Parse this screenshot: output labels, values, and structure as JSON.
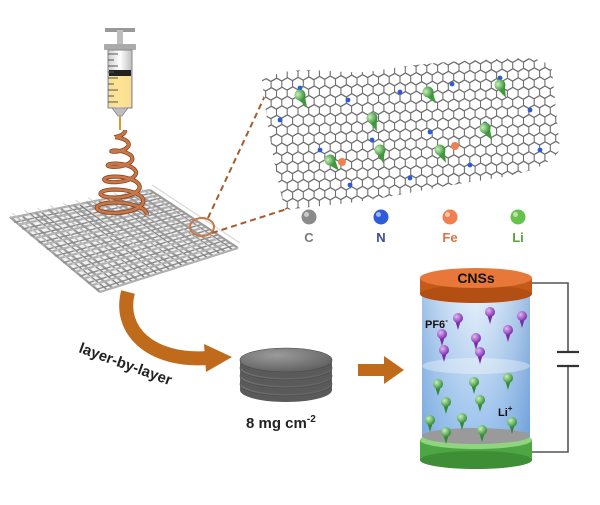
{
  "legend": {
    "items": [
      {
        "symbol": "C",
        "color": "#8a8a8a",
        "text_color": "#7a7a7a"
      },
      {
        "symbol": "N",
        "color": "#2f5bd8",
        "text_color": "#3b4a9a"
      },
      {
        "symbol": "Fe",
        "color": "#f08050",
        "text_color": "#e07040"
      },
      {
        "symbol": "Li",
        "color": "#66c24a",
        "text_color": "#5aa33a"
      }
    ]
  },
  "process": {
    "step_label": "layer-by-layer",
    "loading": {
      "value": "8 mg cm",
      "exponent": "-2"
    }
  },
  "battery": {
    "cap_label": "CNSs",
    "anion": {
      "symbol": "PF6",
      "charge": "-"
    },
    "cation": {
      "symbol": "Li",
      "charge": "+"
    }
  },
  "colors": {
    "copper": "#c87848",
    "arrow": "#c06a1c",
    "electrolyte_top": "#b8d2f0",
    "electrolyte_bottom": "#7fb2e8",
    "cap": "#d9641c",
    "base": "#56b34a",
    "pf6": "#9a3ec6",
    "li": "#4aa64a"
  }
}
